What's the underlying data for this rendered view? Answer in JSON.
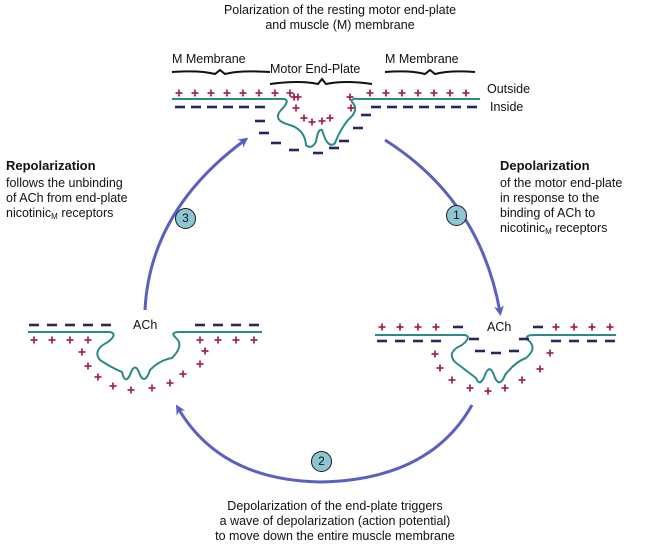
{
  "title": {
    "line1": "Polarization of the resting motor end-plate",
    "line2": "and muscle (M) membrane"
  },
  "labels": {
    "m_membrane_left": "M Membrane",
    "m_membrane_right": "M Membrane",
    "motor_end_plate": "Motor End-Plate",
    "outside": "Outside",
    "inside": "Inside",
    "ach_left": "ACh",
    "ach_right": "ACh"
  },
  "steps": [
    {
      "number": "1",
      "heading": "Depolarization",
      "lines": [
        "of the motor end-plate",
        "in response to the",
        "binding of ACh to"
      ],
      "last_line_prefix": "nicotinic",
      "last_line_sub": "M",
      "last_line_suffix": " receptors"
    },
    {
      "number": "2",
      "lines": [
        "Depolarization of the end-plate triggers",
        "a wave of depolarization (action potential)",
        "to move down the entire muscle membrane"
      ]
    },
    {
      "number": "3",
      "heading": "Repolarization",
      "lines": [
        "follows the unbinding",
        "of ACh from end-plate"
      ],
      "last_line_prefix": "nicotinic",
      "last_line_sub": "M",
      "last_line_suffix": " receptors"
    }
  ],
  "colors": {
    "membrane": "#2a8a86",
    "plus": "#a8264a",
    "minus": "#2b2460",
    "arrow": "#5a5fc0",
    "badge": "#8dc6d3"
  }
}
